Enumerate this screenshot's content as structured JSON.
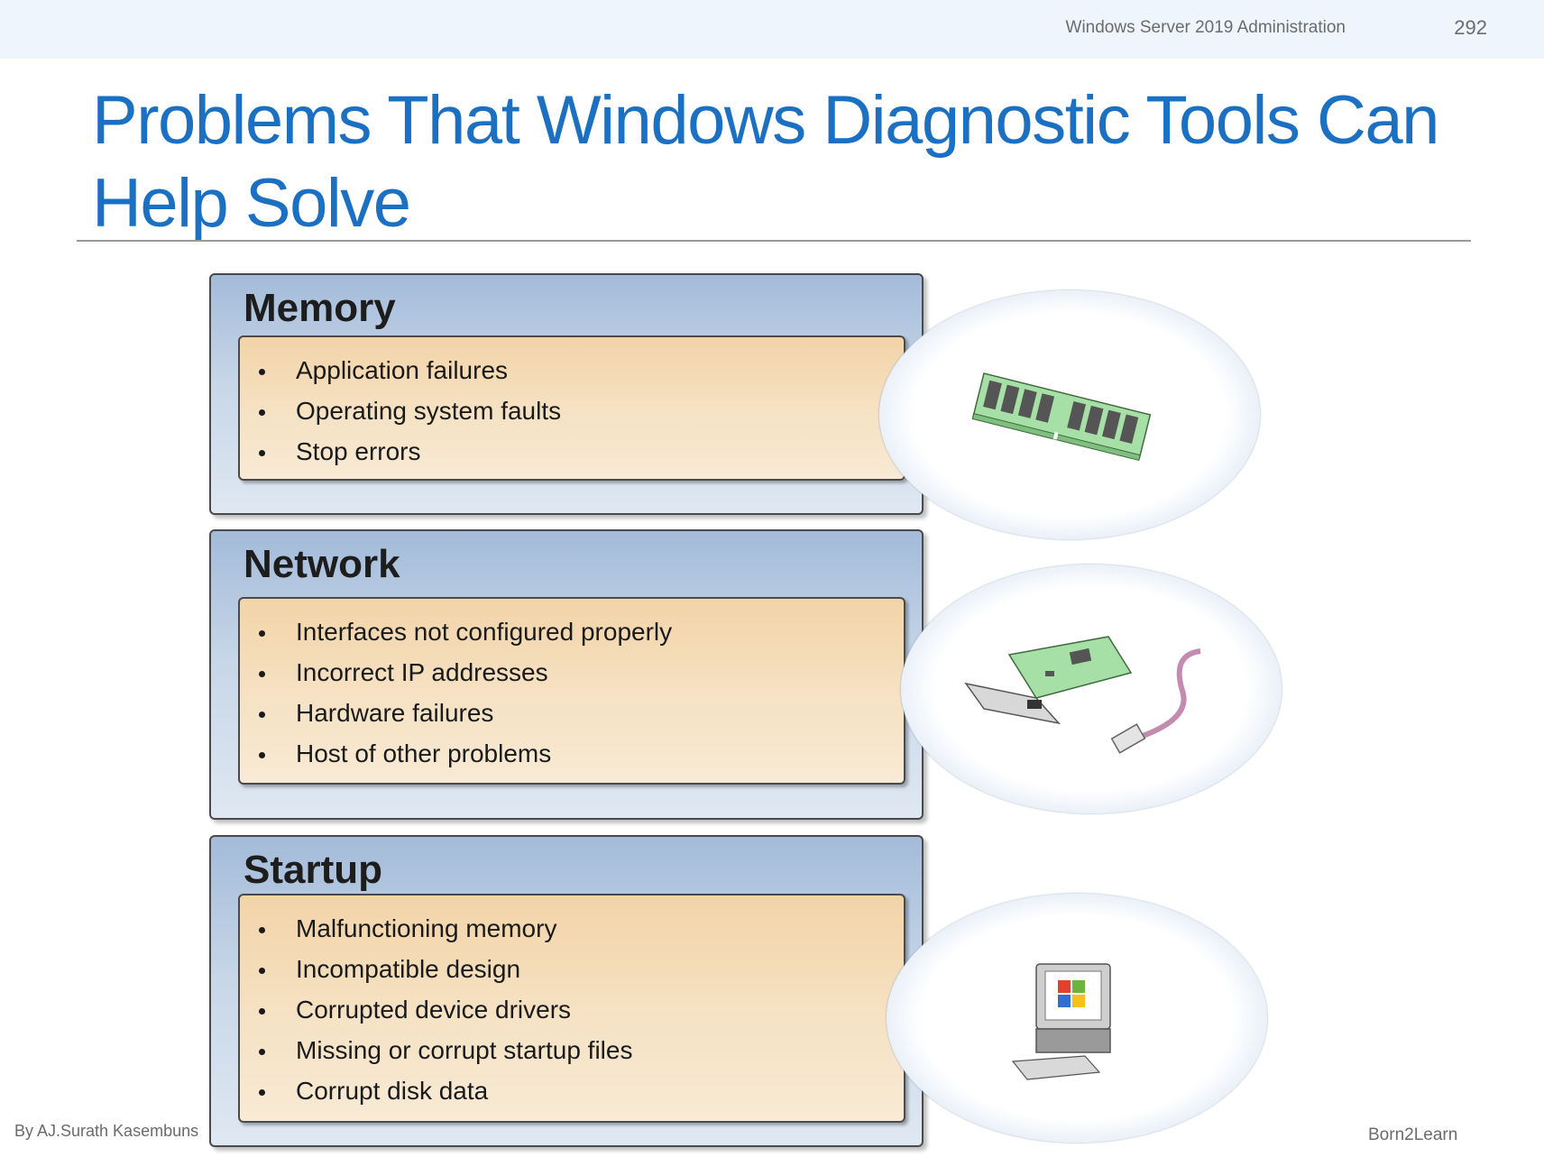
{
  "header": {
    "course": "Windows Server 2019 Administration",
    "page_number": "292"
  },
  "title": "Problems That Windows Diagnostic Tools Can Help Solve",
  "sections": [
    {
      "title": "Memory",
      "items": [
        "Application failures",
        "Operating system faults",
        "Stop errors"
      ],
      "icon": "memory-module-icon"
    },
    {
      "title": "Network",
      "items": [
        "Interfaces not configured properly",
        "Incorrect IP addresses",
        "Hardware failures",
        "Host of other problems"
      ],
      "icon": "network-card-icon"
    },
    {
      "title": "Startup",
      "items": [
        "Malfunctioning memory",
        "Incompatible design",
        "Corrupted device drivers",
        "Missing or corrupt startup files",
        "Corrupt disk data"
      ],
      "icon": "windows-computer-icon"
    }
  ],
  "footer": {
    "author": "By AJ.Surath Kasembuns",
    "brand": "Born2Learn"
  },
  "colors": {
    "title": "#1b70c2",
    "panel": "#a3bbd9",
    "box": "#f2d4a8"
  }
}
